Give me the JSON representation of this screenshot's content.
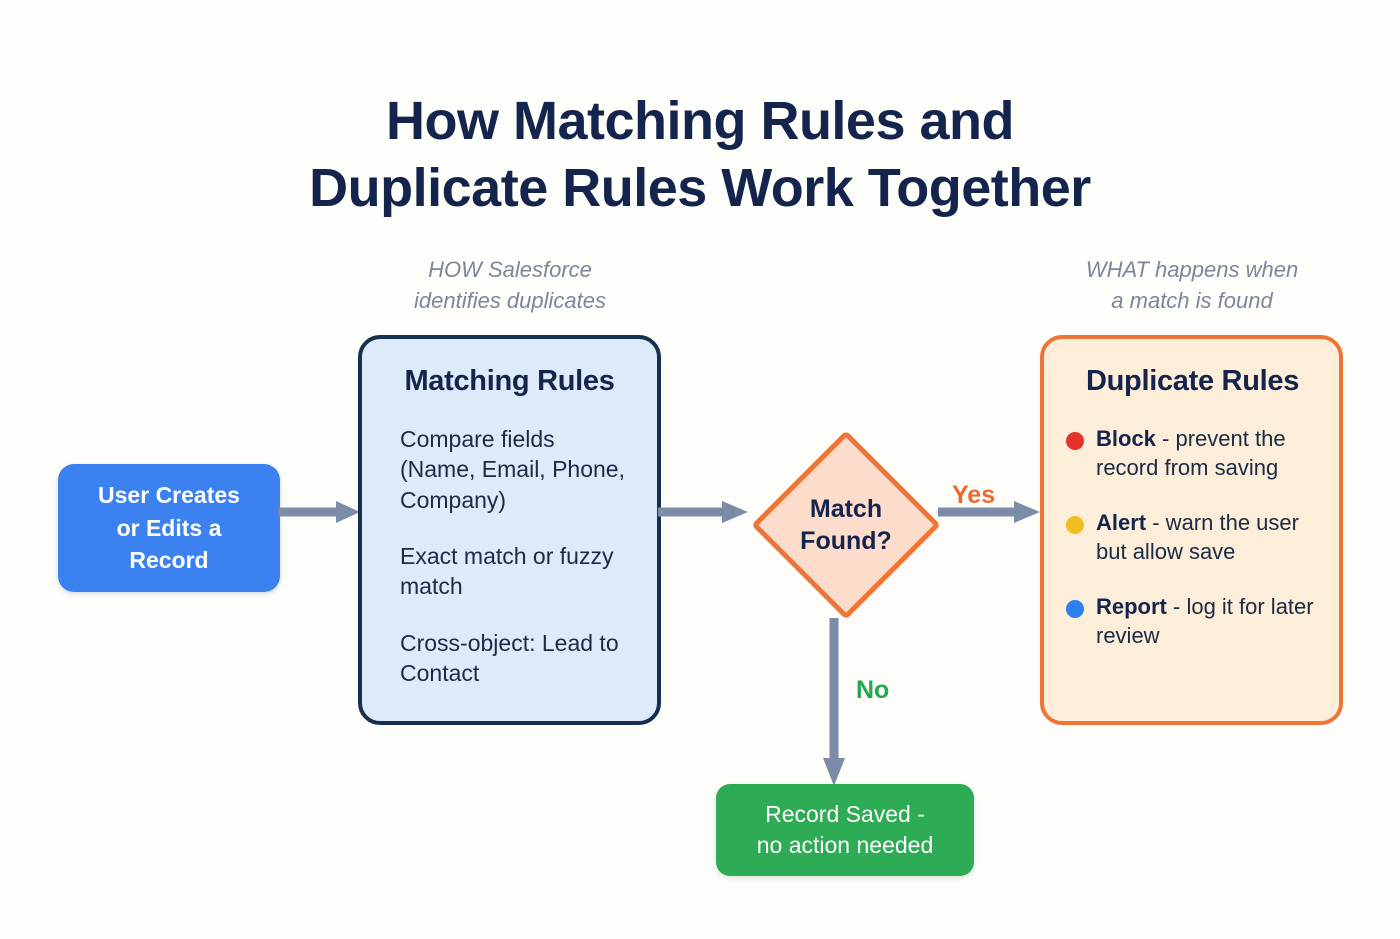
{
  "page": {
    "background": "#fdfdfa",
    "title_lines": [
      "How Matching Rules and",
      "Duplicate Rules Work Together"
    ],
    "title_color": "#14244c"
  },
  "captions": {
    "left": [
      "HOW Salesforce",
      "identifies duplicates"
    ],
    "right": [
      "WHAT happens when",
      "a match is found"
    ],
    "color": "#7c8799"
  },
  "nodes": {
    "start": {
      "lines": [
        "User Creates",
        "or Edits a",
        "Record"
      ],
      "fill": "#3b82f0",
      "text_color": "#ffffff"
    },
    "matching_rules": {
      "title": "Matching Rules",
      "bullets": [
        "Compare fields (Name, Email, Phone, Company)",
        "Exact match or fuzzy match",
        "Cross-object: Lead to Contact"
      ],
      "fill": "#dceafa",
      "border": "#18304f"
    },
    "decision": {
      "lines": [
        "Match",
        "Found?"
      ],
      "fill": "#fcdccb",
      "border": "#ef7436",
      "text_color": "#14244c"
    },
    "duplicate_rules": {
      "title": "Duplicate Rules",
      "fill": "#fceed9",
      "border": "#ef7436",
      "actions": [
        {
          "name": "Block",
          "description": " - prevent the record from saving",
          "dot_color": "#e5332a"
        },
        {
          "name": "Alert",
          "description": " - warn the user but allow save",
          "dot_color": "#f0c020"
        },
        {
          "name": "Report",
          "description": " - log it for later review",
          "dot_color": "#2d7ff0"
        }
      ]
    },
    "record_saved": {
      "lines": [
        "Record Saved -",
        "no action needed"
      ],
      "fill": "#2eab55",
      "text_color": "#ffffff"
    }
  },
  "edges": {
    "arrow_color": "#7b8ba8",
    "yes_label": "Yes",
    "yes_color": "#f2682a",
    "no_label": "No",
    "no_color": "#23a84b"
  }
}
